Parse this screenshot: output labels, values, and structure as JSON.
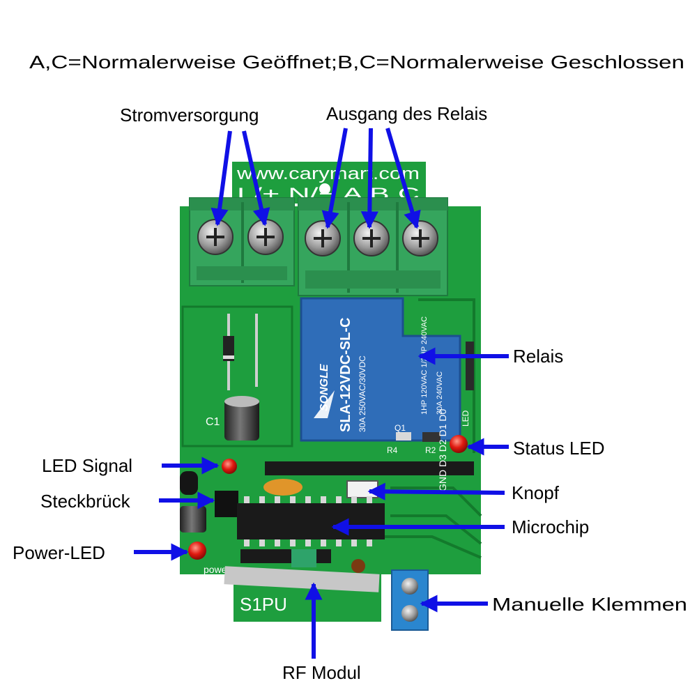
{
  "header": "A,C=Normalerweise Geöffnet;B,C=Normalerweise Geschlossen",
  "labels": {
    "power_supply": "Stromversorgung",
    "relay_output": "Ausgang des Relais",
    "relay": "Relais",
    "status_led": "Status LED",
    "led_signal": "LED Signal",
    "button": "Knopf",
    "jumper": "Steckbrück",
    "microchip": "Microchip",
    "power_led": "Power-LED",
    "manual_terminals": "Manuelle Klemmen",
    "rf_module": "RF Modul"
  },
  "board": {
    "website": "www.carymart.com",
    "terminal_markings": "L/+   N/−   A   B   C",
    "relay_brand": "SONGLE",
    "relay_model": "SLA-12VDC-SL-C",
    "relay_rating1": "30A 250VAC/30VDC",
    "relay_rating2": "1HP 120VAC  1/2HP 240VAC",
    "relay_rating3": "30A 240VAC",
    "silk_c1": "C1",
    "silk_r2": "R2",
    "silk_r4": "R4",
    "silk_q1": "Q1",
    "silk_led": "LED",
    "silk_power": "power",
    "silk_module": "S1PU",
    "silk_pins": "GND D3 D2 D1 D0"
  },
  "colors": {
    "pcb": "#1e9e3e",
    "pcb_dark": "#137a2c",
    "terminal": "#35a55d",
    "relay": "#2f6db8",
    "arrow": "#1010e6",
    "blue_terminal": "#2a86cf"
  }
}
